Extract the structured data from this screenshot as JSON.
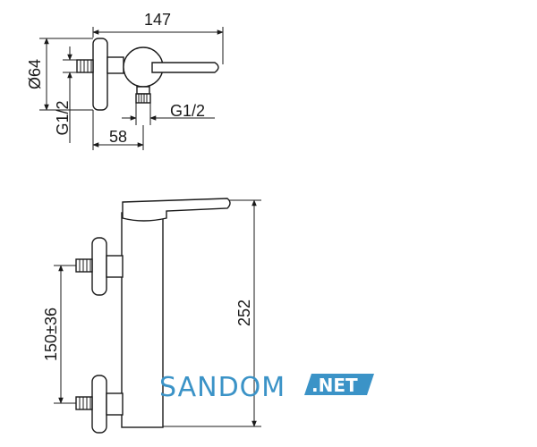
{
  "top_view": {
    "width_label": "147",
    "diameter_label": "Ø64",
    "inlet_thread_label": "G1/2",
    "outlet_thread_label": "G1/2",
    "offset_label": "58"
  },
  "front_view": {
    "height_label": "252",
    "spacing_label": "150±36"
  },
  "watermark": {
    "name": "SANDOM",
    "suffix": ".NET",
    "color": "#3b93c7"
  }
}
